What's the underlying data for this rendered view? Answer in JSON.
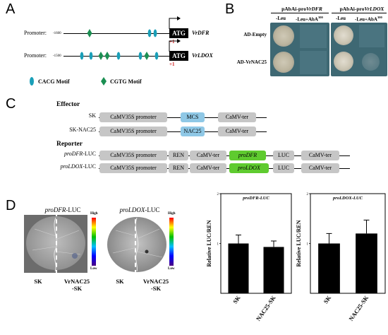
{
  "panels": {
    "a": "A",
    "b": "B",
    "c": "C",
    "d": "D"
  },
  "panel_a": {
    "rows": [
      {
        "label": "Promoter:",
        "coord": "-1600",
        "atg": "ATG",
        "gene": "VrDFR",
        "plus": "+1"
      },
      {
        "label": "Promoter:",
        "coord": "-1500",
        "atg": "ATG",
        "gene": "VrLDOX",
        "plus": "+1"
      }
    ],
    "legend": {
      "cacg": "CACG Motif",
      "cgtg": "CGTG Motif"
    },
    "colors": {
      "cacg": "#1a9fb8",
      "cgtg": "#1b8f52"
    }
  },
  "panel_b": {
    "headers": {
      "dfr": "pAbAi-pro",
      "dfr_gene": "VrDFR",
      "ldox": "pAbAi-pro",
      "ldox_gene": "VrLDOX"
    },
    "cols": {
      "leu": "-Leu",
      "leu_aba": "-Leu+AbA",
      "sup": "300"
    },
    "rows": {
      "empty": "AD-Empty",
      "nac": "AD-VrNAC25"
    }
  },
  "panel_c": {
    "effector": "Effector",
    "reporter": "Reporter",
    "sk": "SK",
    "sk_nac": "SK-NAC25",
    "camv_promoter": "CaMV35S promoter",
    "camv_ter": "CaMV-ter",
    "mcs": "MCS",
    "nac25": "NAC25",
    "ren": "REN",
    "luc": "LUC",
    "pro_dfr_row": {
      "italic": "proDFR",
      "suffix": "-LUC"
    },
    "pro_ldox_row": {
      "italic": "proLDOX",
      "suffix": "-LUC"
    },
    "pro_dfr": "proDFR",
    "pro_ldox": "proLDOX"
  },
  "panel_d": {
    "leaf1": {
      "italic": "proDFR",
      "suffix": "-LUC",
      "left": "SK",
      "right": "VrNAC25",
      "right2": "-SK"
    },
    "leaf2": {
      "italic": "proLDOX",
      "suffix": "-LUC",
      "left": "SK",
      "right": "VrNAC25",
      "right2": "-SK"
    },
    "scale": {
      "high": "High",
      "low": "Low"
    }
  },
  "chart_data": [
    {
      "type": "bar",
      "title": "proDFR-LUC",
      "categories": [
        "SK",
        "NAC25-SK"
      ],
      "values": [
        1.0,
        0.93
      ],
      "errors": [
        0.17,
        0.12
      ],
      "ylabel": "Relative LUC/REN",
      "ylim": [
        0,
        2
      ],
      "yticks": [
        1,
        2
      ]
    },
    {
      "type": "bar",
      "title": "proLDOX-LUC",
      "categories": [
        "SK",
        "NAC25-SK"
      ],
      "values": [
        1.0,
        1.2
      ],
      "errors": [
        0.2,
        0.27
      ],
      "ylabel": "Relative LUC/REN",
      "ylim": [
        0,
        2
      ],
      "yticks": [
        1,
        2
      ]
    }
  ]
}
